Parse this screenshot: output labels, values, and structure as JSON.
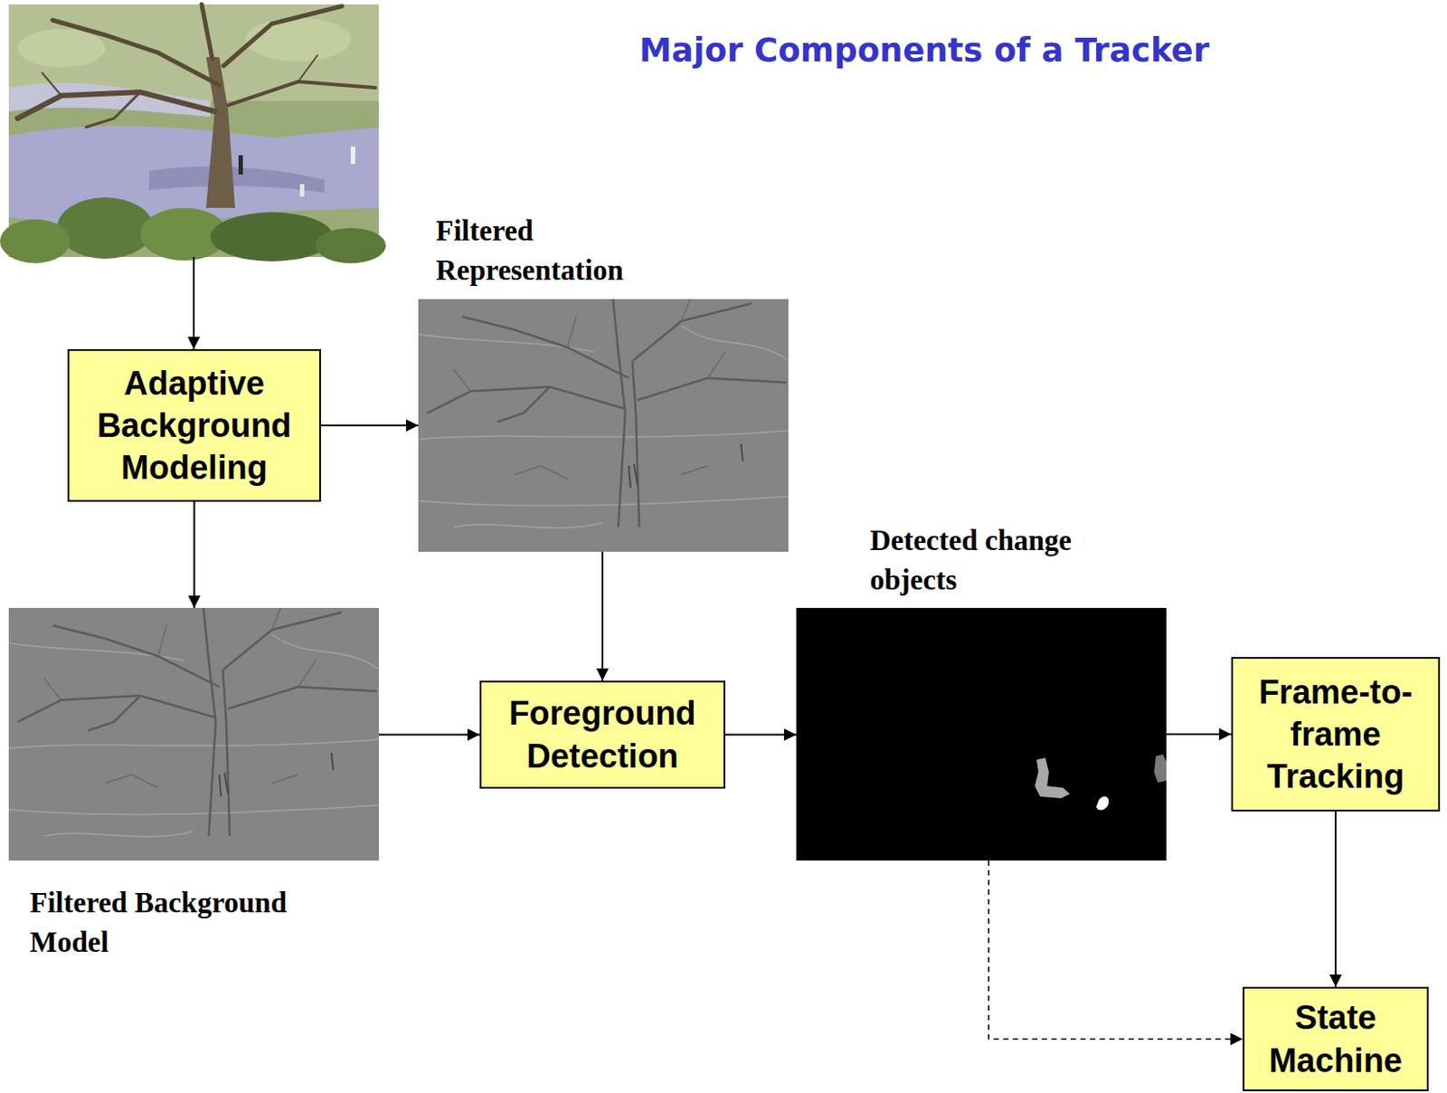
{
  "diagram": {
    "title": "Major Components of a Tracker",
    "nodes": [
      {
        "text": [
          "Adaptive Background Modeling"
        ]
      },
      {
        "text": [
          "Filtered Representation"
        ]
      },
      {
        "text": [
          "Filtered Background Model"
        ]
      },
      {
        "text": [
          "Foreground Detection"
        ]
      },
      {
        "text": [
          "Detected change objects"
        ]
      },
      {
        "text": [
          "Frame-to-frame Tracking"
        ]
      },
      {
        "text": [
          "State Machine"
        ]
      }
    ],
    "edges": [
      {
        "from": 0,
        "to": 1,
        "arrow": "to"
      },
      {
        "from": 0,
        "to": 2,
        "arrow": "to"
      },
      {
        "from": 1,
        "to": 3,
        "arrow": "to"
      },
      {
        "from": 2,
        "to": 3,
        "arrow": "to"
      },
      {
        "from": 3,
        "to": 4,
        "arrow": "to"
      },
      {
        "from": 4,
        "to": 5,
        "arrow": "to"
      },
      {
        "from": 5,
        "to": 6,
        "arrow": "to"
      },
      {
        "from": 4,
        "to": 6,
        "arrow": "to"
      }
    ]
  }
}
